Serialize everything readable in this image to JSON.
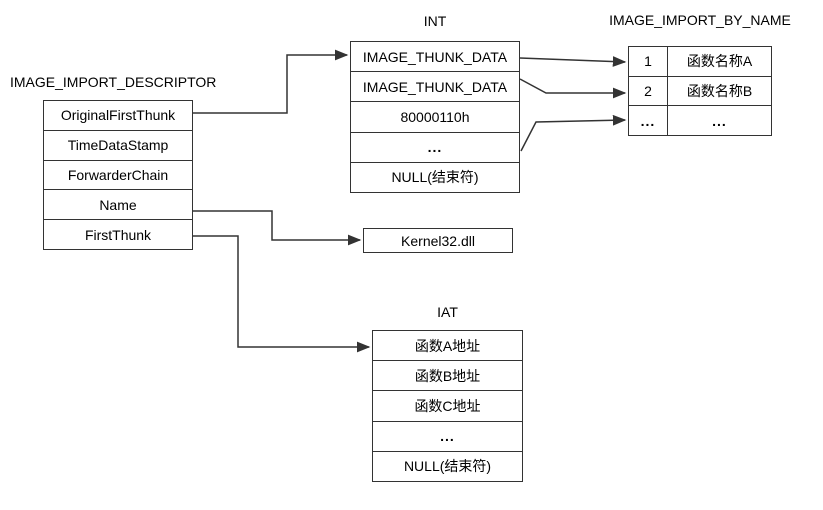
{
  "diagram": {
    "background": "#ffffff",
    "line_color": "#333333",
    "text_color": "#000000",
    "descriptor": {
      "title": "IMAGE_IMPORT_DESCRIPTOR",
      "rows": [
        "OriginalFirstThunk",
        "TimeDataStamp",
        "ForwarderChain",
        "Name",
        "FirstThunk"
      ]
    },
    "int_table": {
      "title": "INT",
      "rows": [
        "IMAGE_THUNK_DATA",
        "IMAGE_THUNK_DATA",
        "80000110h",
        "...",
        "NULL(结束符)"
      ]
    },
    "by_name_table": {
      "title": "IMAGE_IMPORT_BY_NAME",
      "rows": [
        {
          "ordinal": "1",
          "name": "函数名称A"
        },
        {
          "ordinal": "2",
          "name": "函数名称B"
        },
        {
          "ordinal": "...",
          "name": "..."
        }
      ]
    },
    "dll_label": "Kernel32.dll",
    "iat_table": {
      "title": "IAT",
      "rows": [
        "函数A地址",
        "函数B地址",
        "函数C地址",
        "...",
        "NULL(结束符)"
      ]
    }
  }
}
